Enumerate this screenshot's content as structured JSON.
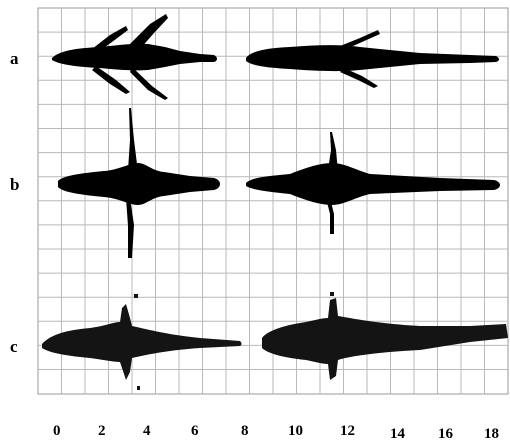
{
  "figure": {
    "row_labels": [
      "a",
      "b",
      "c"
    ],
    "x_axis_ticks": [
      "0",
      "2",
      "4",
      "6",
      "8",
      "10",
      "12",
      "14",
      "16",
      "18"
    ]
  },
  "colors": {
    "grid": "#b9b9b9",
    "silhouette": "#000000",
    "background": "#ffffff"
  }
}
